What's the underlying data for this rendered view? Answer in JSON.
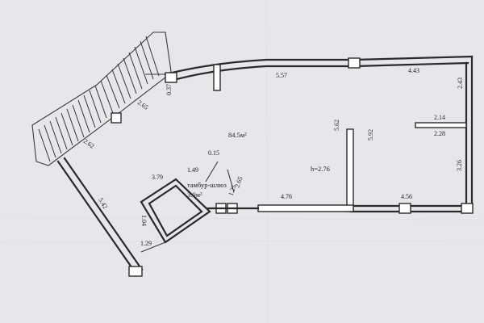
{
  "plan": {
    "area_main": "84.5м²",
    "ceiling_height": "h=2.76",
    "vestibule_name": "тамбур-шлюз",
    "vestibule_area": "3.0м²",
    "dims": {
      "top_left_small": "0.37",
      "top_wall": "5.57",
      "top_right": "4.43",
      "right_upper": "2.43",
      "partition_upper": "2.14",
      "partition_lower": "2.28",
      "right_lower": "3.26",
      "bottom_right": "4.56",
      "inner_wall_left": "5.62",
      "inner_wall_right": "5.92",
      "bottom_mid": "4.76",
      "stair_upper": "2.65",
      "stair_lower": "2.62",
      "left_diagonal": "5.42",
      "vest_top": "0.15",
      "vest_left_outer": "3.79",
      "vest_left_inner": "1.49",
      "vest_door_a": "2.65",
      "vest_door_b": "1.25",
      "vest_inner_side": "1.04",
      "vest_bottom": "1.29"
    }
  }
}
